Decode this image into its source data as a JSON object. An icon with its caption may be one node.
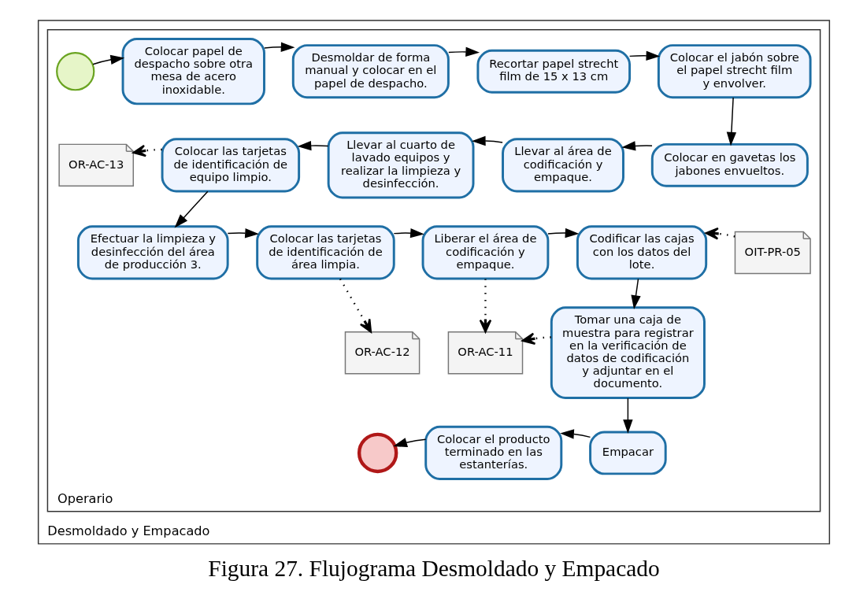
{
  "diagram": {
    "caption": "Figura 27. Flujograma Desmoldado y Empacado",
    "nodes": [
      {
        "text": [
          "Desmoldado y Empacado"
        ]
      },
      {
        "text": [
          "Operario"
        ],
        "in": 0
      },
      {
        "text": [],
        "shape": "circle",
        "in": 1
      },
      {
        "text": [
          "Colocar papel de despacho sobre otra mesa de acero inoxidable."
        ],
        "in": 1
      },
      {
        "text": [
          "Desmoldar de forma manual y colocar en el papel de despacho."
        ],
        "in": 1
      },
      {
        "text": [
          "Recortar papel strecht film de 15 x 13 cm"
        ],
        "in": 1
      },
      {
        "text": [
          "Colocar el jabón sobre el papel strecht film y envolver."
        ],
        "in": 1
      },
      {
        "text": [
          "Colocar en gavetas los jabones envueltos."
        ],
        "in": 1
      },
      {
        "text": [
          "Llevar al área de codificación y empaque."
        ],
        "in": 1
      },
      {
        "text": [
          "Llevar al cuarto de lavado equipos y realizar la limpieza y desinfección."
        ],
        "in": 1
      },
      {
        "text": [
          "Colocar las tarjetas de identificación de equipo limpio."
        ],
        "in": 1
      },
      {
        "text": [
          "OR-AC-13"
        ],
        "in": 1
      },
      {
        "text": [
          "Efectuar la limpieza y desinfección del área de producción 3."
        ],
        "in": 1
      },
      {
        "text": [
          "Colocar las tarjetas de identificación de área limpia."
        ],
        "in": 1
      },
      {
        "text": [
          "Liberar el área de codificación y empaque."
        ],
        "in": 1
      },
      {
        "text": [
          "Codificar las cajas con los datos del lote."
        ],
        "in": 1
      },
      {
        "text": [
          "OIT-PR-05"
        ],
        "in": 1
      },
      {
        "text": [
          "OR-AC-12"
        ],
        "in": 1
      },
      {
        "text": [
          "OR-AC-11"
        ],
        "in": 1
      },
      {
        "text": [
          "Tomar una caja de muestra para registrar en la verificación de datos de codificación y adjuntar en el documento."
        ],
        "in": 1
      },
      {
        "text": [
          "Colocar el producto terminado en las estanterías."
        ],
        "in": 1
      },
      {
        "text": [
          "Empacar"
        ],
        "in": 1
      },
      {
        "text": [],
        "shape": "circle",
        "in": 1
      }
    ],
    "edges": [
      {
        "from": 2,
        "to": 3,
        "arrow": "to"
      },
      {
        "from": 3,
        "to": 4,
        "arrow": "to"
      },
      {
        "from": 4,
        "to": 5,
        "arrow": "to"
      },
      {
        "from": 5,
        "to": 6,
        "arrow": "to"
      },
      {
        "from": 6,
        "to": 7,
        "arrow": "to"
      },
      {
        "from": 7,
        "to": 8,
        "arrow": "to"
      },
      {
        "from": 8,
        "to": 9,
        "arrow": "to"
      },
      {
        "from": 9,
        "to": 10,
        "arrow": "to"
      },
      {
        "from": 10,
        "to": 11,
        "arrow": "to",
        "style": "dashed"
      },
      {
        "from": 10,
        "to": 12,
        "arrow": "to"
      },
      {
        "from": 12,
        "to": 13,
        "arrow": "to"
      },
      {
        "from": 13,
        "to": 14,
        "arrow": "to"
      },
      {
        "from": 14,
        "to": 15,
        "arrow": "to"
      },
      {
        "from": 16,
        "to": 15,
        "arrow": "to",
        "style": "dashed"
      },
      {
        "from": 13,
        "to": 17,
        "arrow": "to",
        "style": "dashed"
      },
      {
        "from": 14,
        "to": 18,
        "arrow": "to",
        "style": "dashed"
      },
      {
        "from": 19,
        "to": 18,
        "arrow": "to",
        "style": "dashed"
      },
      {
        "from": 15,
        "to": 19,
        "arrow": "to"
      },
      {
        "from": 19,
        "to": 21,
        "arrow": "to"
      },
      {
        "from": 21,
        "to": 20,
        "arrow": "to"
      },
      {
        "from": 20,
        "to": 22,
        "arrow": "to"
      }
    ]
  }
}
